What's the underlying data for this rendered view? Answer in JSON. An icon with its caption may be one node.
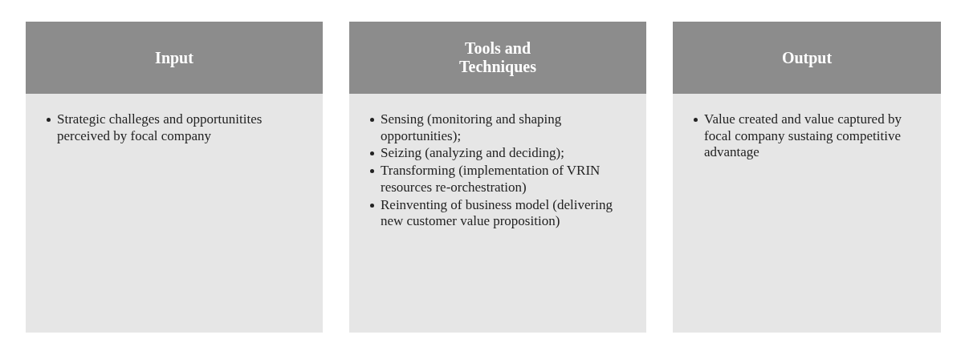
{
  "diagram": {
    "nodes": [
      {
        "text": [
          "Input",
          "Strategic challeges and opportunitites perceived by focal company"
        ]
      },
      {
        "text": [
          "Tools and Techniques",
          "Sensing (monitoring and shaping opportunities);",
          "Seizing (analyzing and deciding);",
          "Transforming (implementation of VRIN resources re-orchestration)",
          "Reinventing of business model (delivering new customer value proposition)"
        ]
      },
      {
        "text": [
          "Output",
          "Value created and value captured by focal company sustaing competitive advantage"
        ]
      }
    ]
  }
}
